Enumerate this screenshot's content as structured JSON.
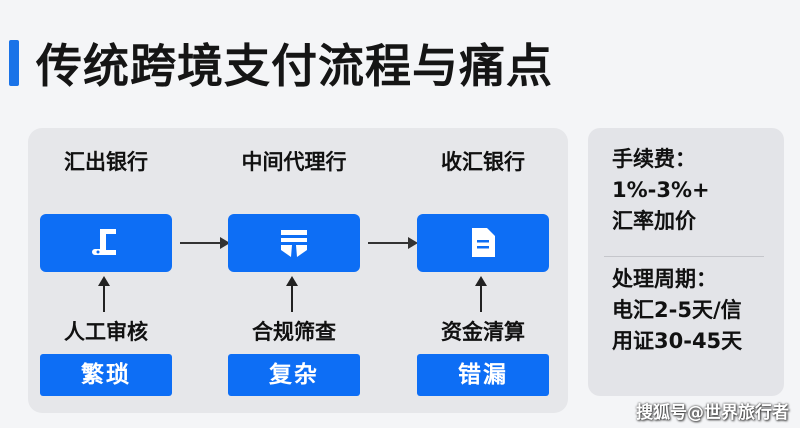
{
  "title": "传统跨境支付流程与痛点",
  "flow": [
    {
      "name": "汇出银行",
      "icon": "receipt-icon",
      "check": "人工审核",
      "pain": "繁琐"
    },
    {
      "name": "中间代理行",
      "icon": "bank-icon",
      "check": "合规筛查",
      "pain": "复杂"
    },
    {
      "name": "收汇银行",
      "icon": "document-icon",
      "check": "资金清算",
      "pain": "错漏"
    }
  ],
  "side": {
    "fee_label": "手续费：",
    "fee_value": "1%-3%+",
    "fee_extra": "汇率加价",
    "time_label": "处理周期：",
    "time_line1": "电汇2-5天/信",
    "time_line2": "用证30-45天"
  },
  "watermark": "搜狐号@世界旅行者",
  "colors": {
    "accent": "#0d6ef5"
  }
}
